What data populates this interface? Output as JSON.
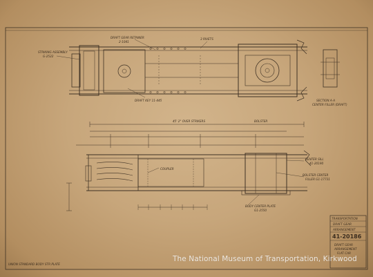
{
  "watermark": "The National Museum of Transportation, Kirkwood",
  "plan_view": {
    "label_draft_gear_retainer": "DRAFT GEAR RETAINER",
    "label_retainer_num": "2-1041",
    "label_striking_assembly": "STRIKING ASSEMBLY",
    "label_striking_num": "G-2522",
    "label_draft_key": "DRAFT KEY 11-445",
    "label_rivets": "3 RIVETS",
    "label_section": "SECTION A-A",
    "label_center_filler": "CENTER FILLER (DRAFT)"
  },
  "elevation_view": {
    "label_center_sill": "CENTER SILL",
    "label_center_sill_num": "41-20190",
    "label_bolster_center": "BOLSTER CENTER",
    "label_filler_num": "FILLER G1-17731",
    "label_body_center_plate": "BODY CENTER PLATE",
    "label_plate_num": "G1-2550",
    "label_coupler": "COUPLER",
    "label_bolster": "BOLSTER",
    "label_over_strikers": "45' 2\" OVER STRIKERS"
  },
  "title_block": {
    "line1": "TRANSPORTATION",
    "line2": "DRAFT GEAR",
    "line3": "ARRANGEMENT",
    "drawing_number": "41-20186",
    "line4": "DRAFT GEAR",
    "line5": "ARRANGEMENT",
    "line6": "FLAT CAR"
  },
  "corner_note": "UNION STANDARD BODY STR PLATE"
}
